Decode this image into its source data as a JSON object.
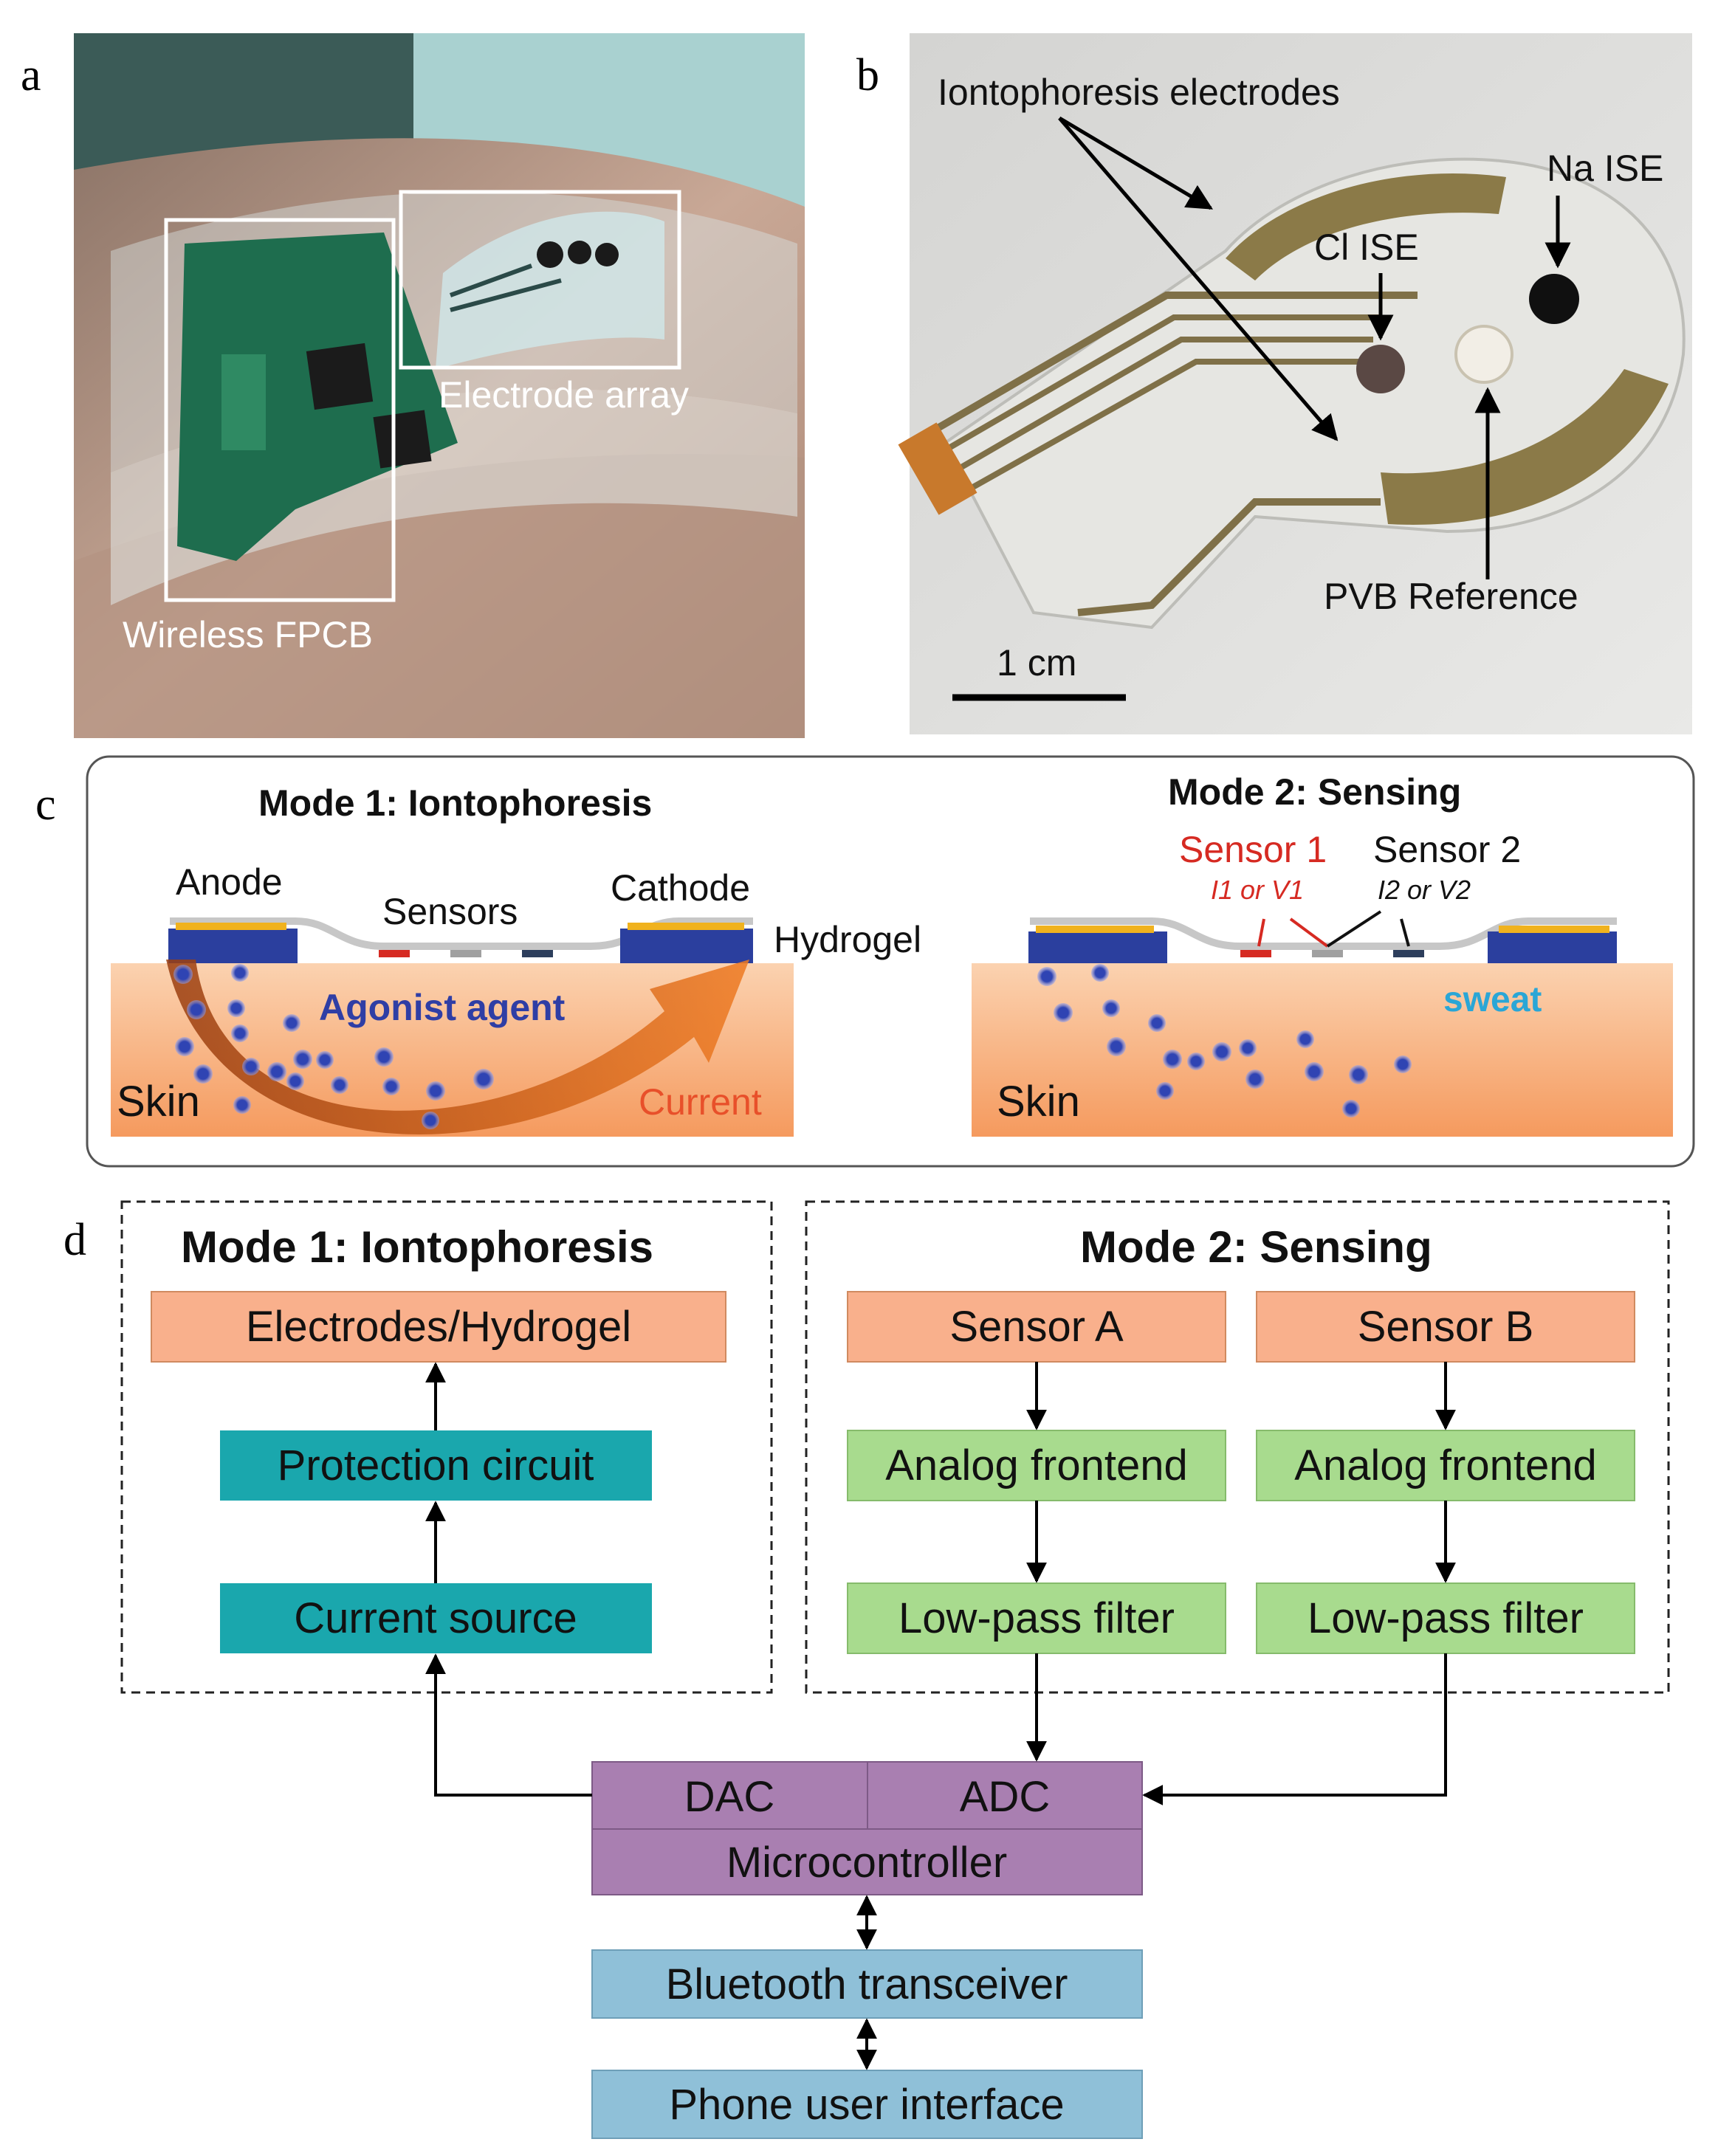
{
  "panels": {
    "a": "a",
    "b": "b",
    "c": "c",
    "d": "d"
  },
  "photo_a": {
    "label_wireless": "Wireless FPCB",
    "label_electrode": "Electrode array"
  },
  "photo_b": {
    "label_iontophoresis": "Iontophoresis electrodes",
    "label_na": "Na ISE",
    "label_cl": "Cl ISE",
    "label_pvb": "PVB Reference",
    "scale_bar": "1 cm"
  },
  "panel_c": {
    "mode1_title": "Mode 1: Iontophoresis",
    "mode2_title": "Mode 2: Sensing",
    "anode": "Anode",
    "sensors": "Sensors",
    "cathode": "Cathode",
    "hydrogel": "Hydrogel",
    "agonist": "Agonist agent",
    "skin1": "Skin",
    "current": "Current",
    "sensor1": "Sensor 1",
    "sensor1_sub": "I1 or V1",
    "sensor2": "Sensor 2",
    "sensor2_sub": "I2 or V2",
    "sweat": "sweat",
    "skin2": "Skin"
  },
  "panel_d": {
    "mode1_title": "Mode 1: Iontophoresis",
    "mode2_title": "Mode 2: Sensing",
    "electrodes_hydrogel": "Electrodes/Hydrogel",
    "protection_circuit": "Protection circuit",
    "current_source": "Current source",
    "sensor_a": "Sensor A",
    "sensor_b": "Sensor B",
    "afe_a": "Analog frontend",
    "afe_b": "Analog frontend",
    "lpf_a": "Low-pass filter",
    "lpf_b": "Low-pass filter",
    "dac": "DAC",
    "adc": "ADC",
    "microcontroller": "Microcontroller",
    "bluetooth": "Bluetooth transceiver",
    "phone_ui": "Phone user interface"
  },
  "colors": {
    "orange_box": "#f9b08c",
    "teal_box": "#1aa7ad",
    "green_box": "#a8db8e",
    "purple_box": "#a97fb1",
    "blue_box": "#8fc0d8",
    "skin": "#f7b98c",
    "electrode_blue": "#2b3f9e",
    "electrode_gold": "#f0b21e",
    "ion_blue": "#2f44b3",
    "arrow_orange": "#d9600f",
    "sensor_red": "#d62a22",
    "sweat_cyan": "#2aa6d6"
  }
}
